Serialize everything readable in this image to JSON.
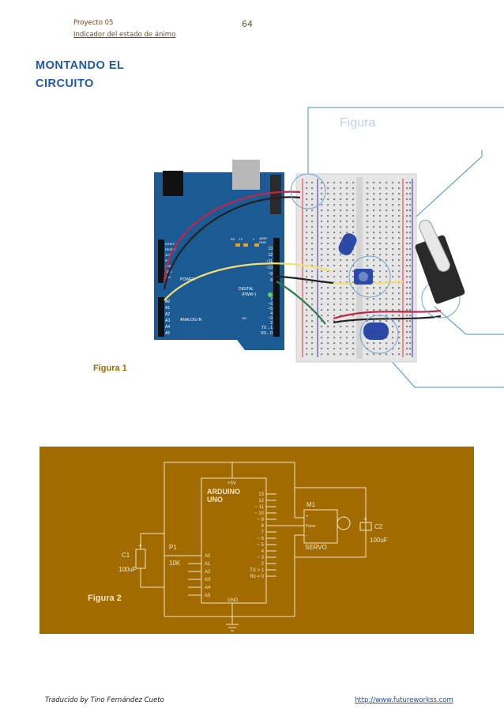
{
  "header": {
    "project": "Proyecto 05",
    "subtitle": "Indicador del estado de ánimo",
    "page_number": "64"
  },
  "section_title_line1": "MONTANDO EL",
  "section_title_line2": "CIRCUITO",
  "figure1": {
    "caption": "Figura 1",
    "board_labels": {
      "power": "POWER",
      "analog_in": "ANALOG IN",
      "digital": "DIGITAL",
      "pwm": "(PWM~)",
      "aref": "AREF",
      "gnd": "GND",
      "reset": "RESET",
      "on": "ON",
      "rx": "RX",
      "tx": "TX",
      "l": "L",
      "analog_pins": [
        "A0",
        "A1",
        "A2",
        "A3",
        "A4",
        "A5"
      ],
      "power_pins": [
        "IOREF",
        "RESET",
        "3V3",
        "5V",
        "GND",
        "GND",
        "VIN"
      ],
      "digital_pins": [
        "13",
        "12",
        "~11",
        "~10",
        "~9",
        "8",
        "7",
        "~6",
        "~5",
        "4",
        "~3",
        "2",
        "TX→1",
        "RX←0"
      ]
    }
  },
  "figure2": {
    "caption": "Figura 2",
    "supply": "+5V",
    "board_name_1": "ARDUINO",
    "board_name_2": "UNO",
    "gnd": "GND",
    "right_pins": [
      "13",
      "12",
      "~ 11",
      "~ 10",
      "~ 9",
      "8",
      "7",
      "~ 6",
      "~ 5",
      "4",
      "~ 3",
      "2",
      "TX > 1",
      "Rx < 0"
    ],
    "left_pins": [
      "A0",
      "A1",
      "A2",
      "A3",
      "A4",
      "A5"
    ],
    "servo_ref": "M1",
    "servo_label": "SERVO",
    "servo_pulse": "Pulse",
    "servo_plus": "+",
    "servo_minus": "-",
    "c2_ref": "C2",
    "c2_value": "100uF",
    "c1_ref": "C1",
    "c1_value": "100uF",
    "pot_ref": "P1",
    "pot_value": "10K",
    "plus": "+"
  },
  "footer": {
    "translator": "Traducido by Tino Fernández Cueto",
    "url": "http://www.futureworkss.com"
  },
  "colors": {
    "heading_blue": "#1f5aa6",
    "header_brown": "#7a4a1e",
    "schematic_bg": "#a26b00",
    "board_blue": "#1c5a93",
    "link_blue": "#1f4fb5"
  }
}
